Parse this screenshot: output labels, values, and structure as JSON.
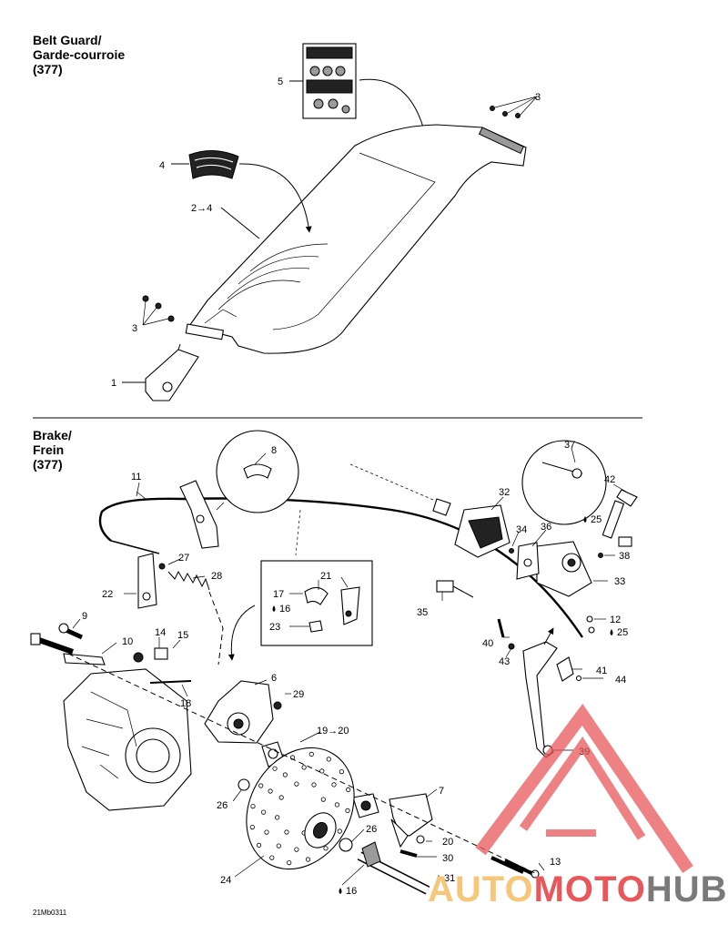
{
  "sections": {
    "belt_guard": {
      "title": "Belt Guard/\nGarde-courroie\n(377)"
    },
    "brake": {
      "title": "Brake/\nFrein\n(377)"
    }
  },
  "callouts": {
    "c5": "5",
    "c3a": "3",
    "c4": "4",
    "c2_4": "2→4",
    "c3b": "3",
    "c1": "1",
    "c8": "8",
    "c11": "11",
    "c37": "37",
    "c42": "42",
    "c32": "32",
    "c34": "34",
    "c36": "36",
    "c25a": "25",
    "c38": "38",
    "c27": "27",
    "c28": "28",
    "c22": "22",
    "c21": "21",
    "c17": "17",
    "c16a": "16",
    "c23": "23",
    "c35": "35",
    "c33": "33",
    "c12": "12",
    "c25b": "25",
    "c9": "9",
    "c10": "10",
    "c14": "14",
    "c15": "15",
    "c6": "6",
    "c29": "29",
    "c40": "40",
    "c43": "43",
    "c41": "41",
    "c44": "44",
    "c18": "18",
    "c19_20": "19→20",
    "c39": "39",
    "c7": "7",
    "c26a": "26",
    "c26b": "26",
    "c20": "20",
    "c30": "30",
    "c24": "24",
    "c16b": "16",
    "c31": "31",
    "c13": "13"
  },
  "drawing_code": "21Mb0311",
  "watermark": {
    "part1": "AUTO",
    "part2": "MOTO",
    "part3": "HUB"
  },
  "colors": {
    "watermark_red": "#e8575a",
    "watermark_orange": "#f6c77a",
    "watermark_grey": "#7a7a7a"
  }
}
